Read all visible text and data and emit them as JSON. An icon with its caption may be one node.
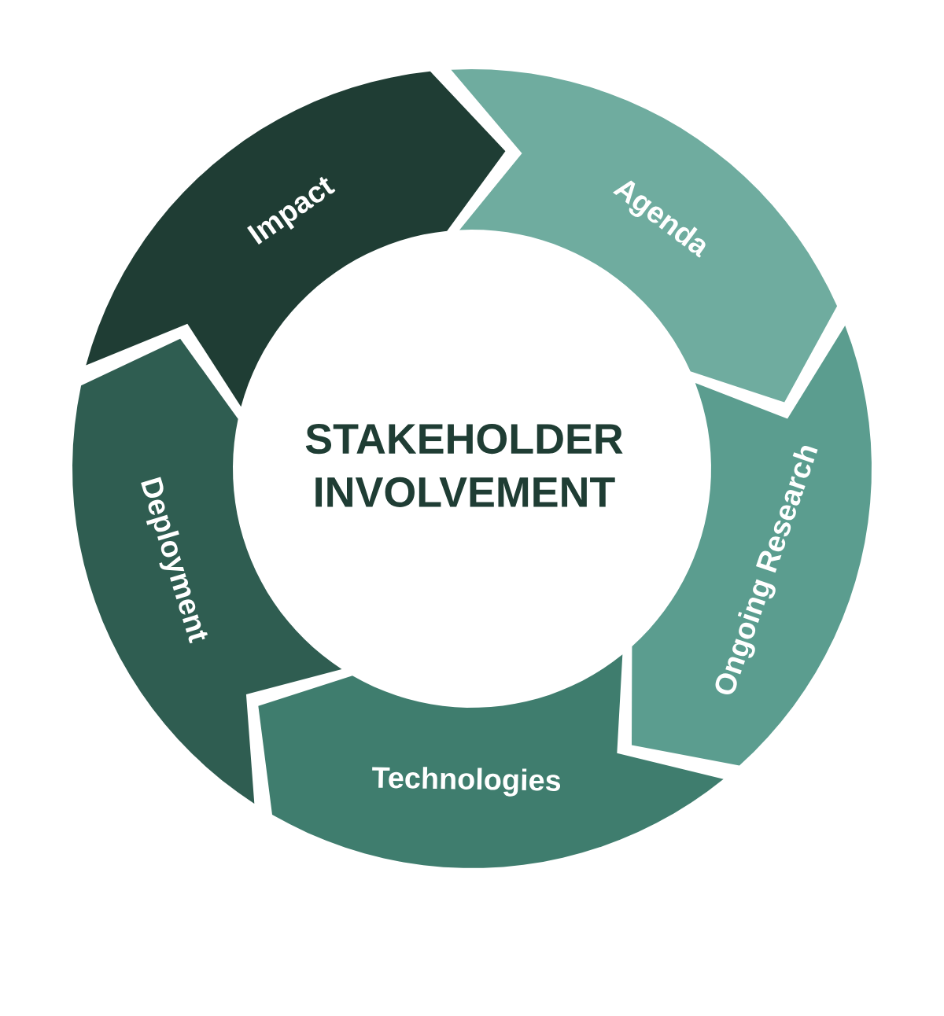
{
  "diagram": {
    "nodes": [
      {
        "text": [
          "STAKEHOLDER INVOLVEMENT"
        ]
      },
      {
        "text": [
          "Impact"
        ]
      },
      {
        "text": [
          "Agenda"
        ]
      },
      {
        "text": [
          "Ongoing Research"
        ]
      },
      {
        "text": [
          "Technologies"
        ]
      },
      {
        "text": [
          "Deployment"
        ]
      }
    ]
  }
}
